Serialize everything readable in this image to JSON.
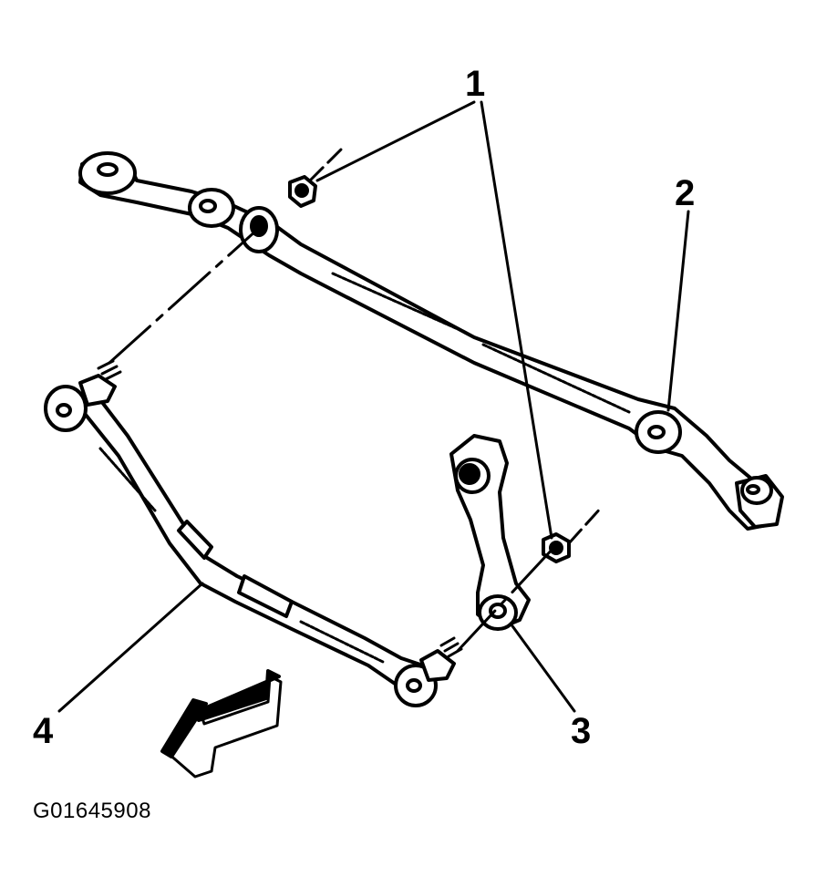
{
  "diagram": {
    "callouts": [
      {
        "id": "1",
        "label": "1"
      },
      {
        "id": "2",
        "label": "2"
      },
      {
        "id": "3",
        "label": "3"
      },
      {
        "id": "4",
        "label": "4"
      }
    ],
    "figure_id": "G01645908",
    "colors": {
      "ink": "#000000",
      "paper": "#ffffff"
    },
    "icons": [
      "front-direction-arrow-icon"
    ]
  }
}
